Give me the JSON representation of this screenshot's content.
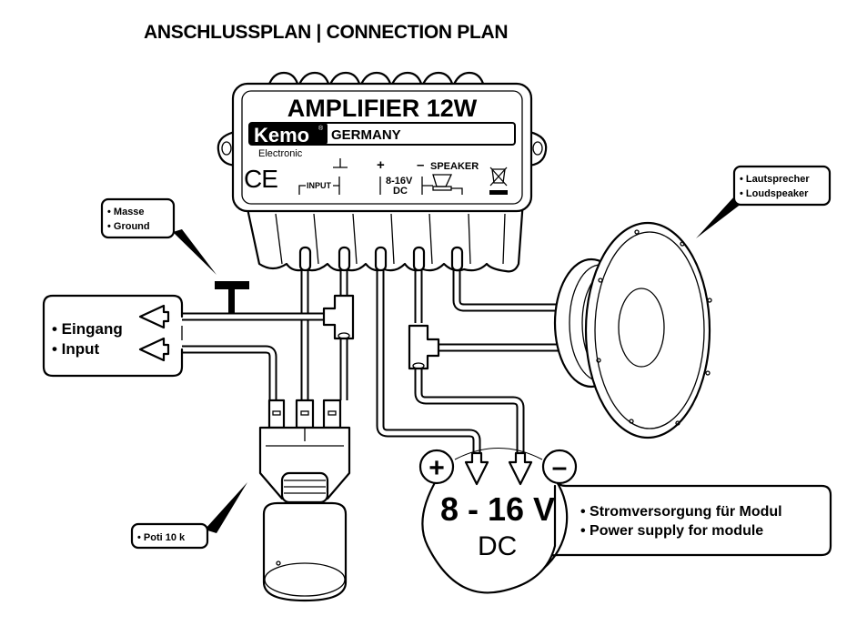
{
  "title": "ANSCHLUSSPLAN | CONNECTION PLAN",
  "module": {
    "name": "AMPLIFIER 12W",
    "brand": "Kemo",
    "brand_mark": "®",
    "country": "GERMANY",
    "brand_sub": "Electronic",
    "ce_mark": "CE",
    "input_label": "INPUT",
    "plus_symbol": "+",
    "minus_symbol": "–",
    "voltage_line1": "8-16V",
    "voltage_line2": "DC",
    "speaker_label": "SPEAKER",
    "ground_symbol": "ground-symbol-icon",
    "weee_symbol": "crossed-bin-icon"
  },
  "callouts": {
    "ground": [
      "• Masse",
      "• Ground"
    ],
    "speaker": [
      "• Lautsprecher",
      "• Loudspeaker"
    ],
    "input": [
      "• Eingang",
      "• Input"
    ],
    "poti": [
      "• Poti 10 k"
    ],
    "power": {
      "plus": "+",
      "minus": "–",
      "voltage": "8 - 16 V",
      "dc": "DC",
      "lines": [
        "• Stromversorgung für Modul",
        "• Power supply for module"
      ]
    }
  },
  "colors": {
    "ink": "#000000",
    "paper": "#ffffff"
  }
}
